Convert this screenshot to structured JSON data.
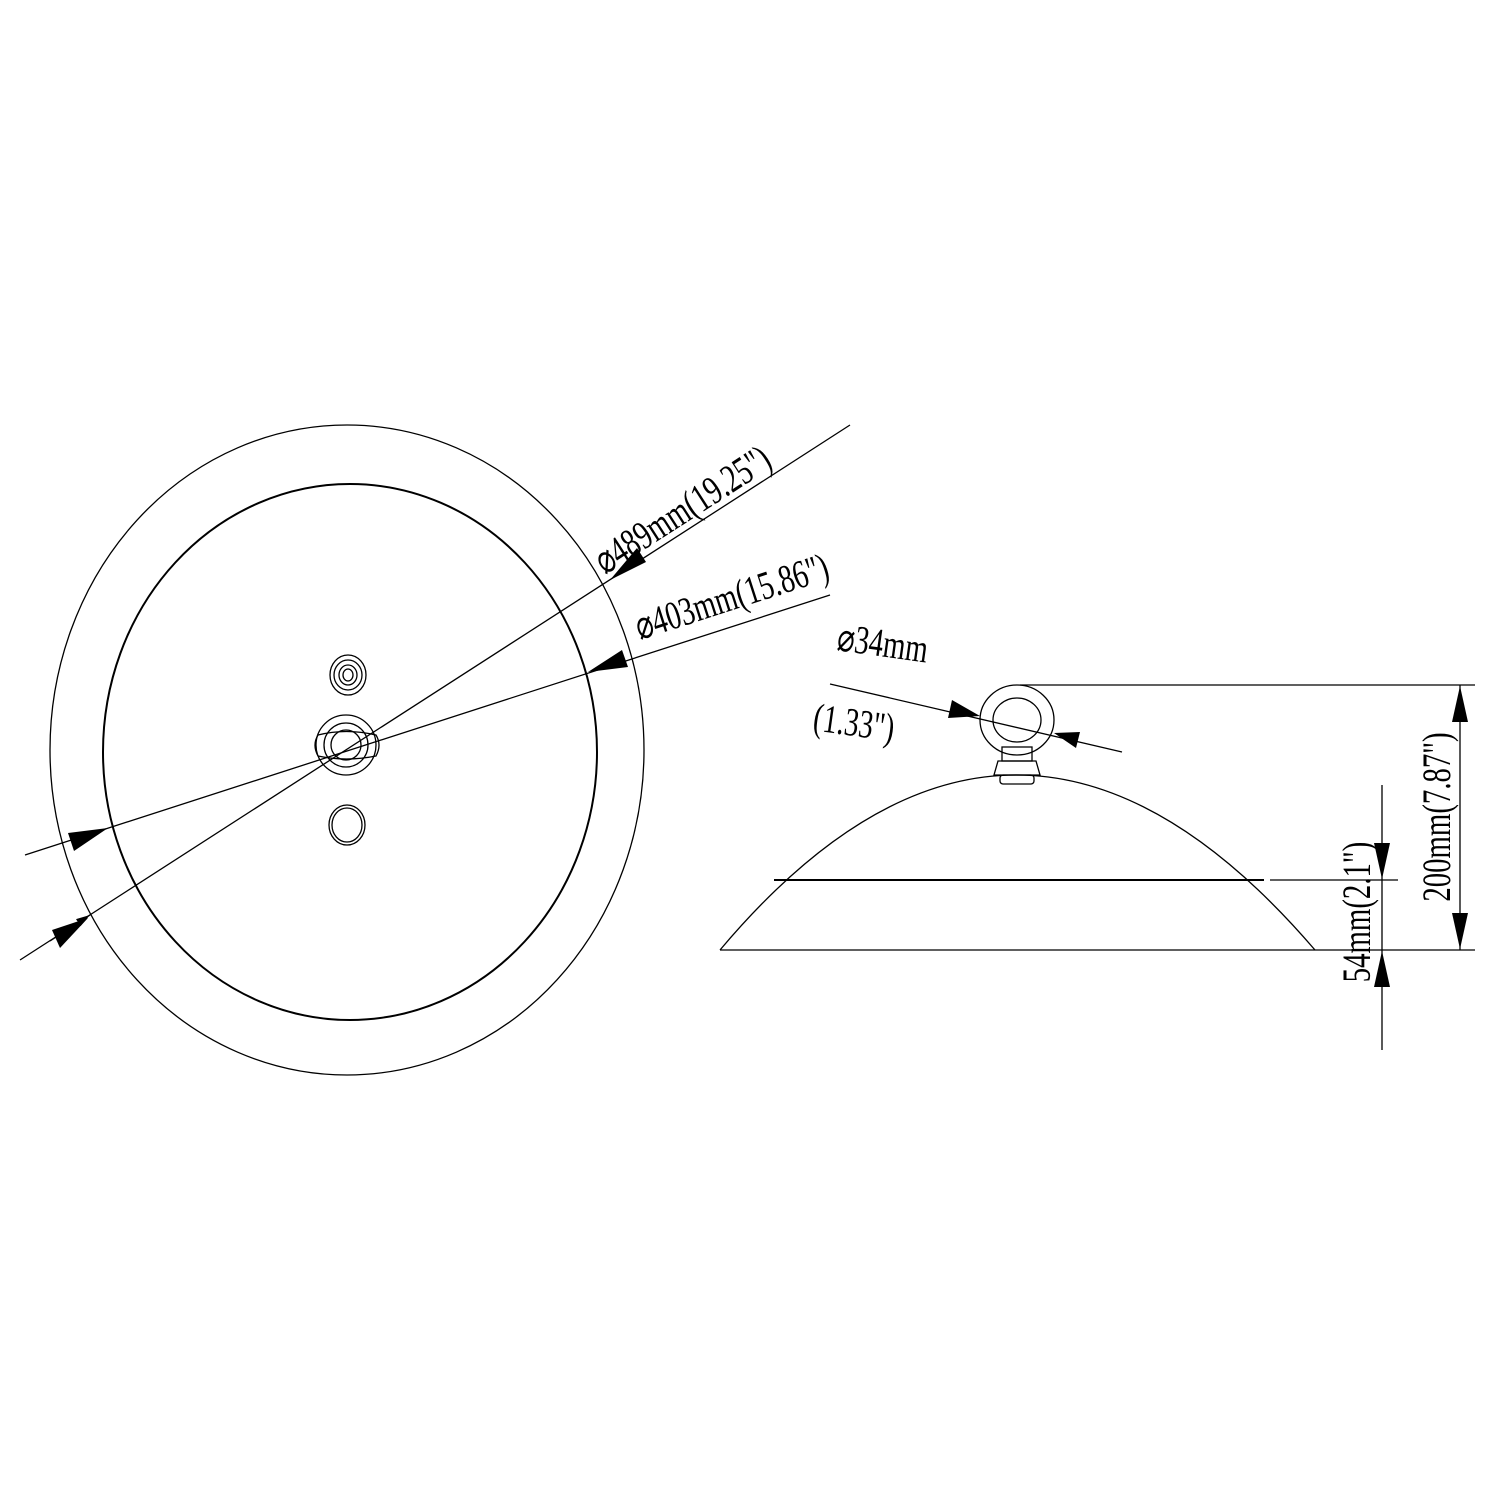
{
  "drawing": {
    "outer_diameter_label": "⌀489mm(19.25\")",
    "inner_diameter_label": "⌀403mm(15.86\")",
    "eye_diameter_label": "⌀34mm",
    "eye_diameter_inch_label": "(1.33\")",
    "total_height_label": "200mm(7.87\")",
    "rim_height_label": "54mm(2.1\")"
  }
}
